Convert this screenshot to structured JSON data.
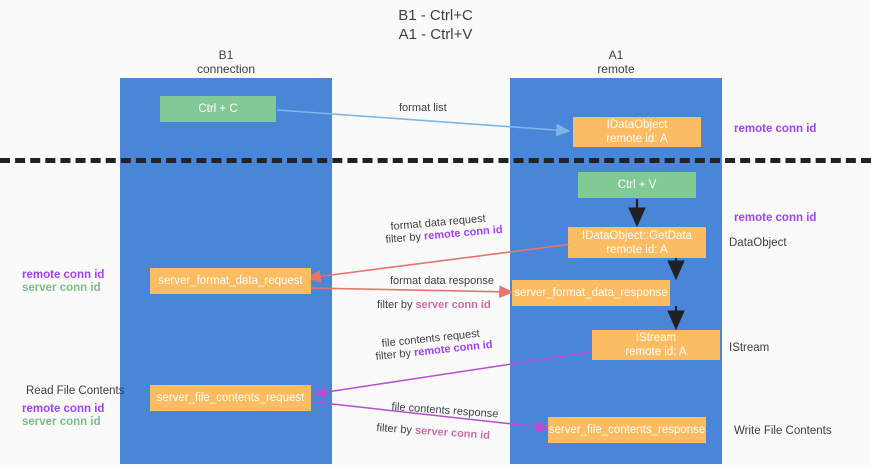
{
  "title": {
    "line1": "B1 - Ctrl+C",
    "line2": "A1 - Ctrl+V"
  },
  "columns": [
    {
      "name": "B1",
      "subtitle": "connection"
    },
    {
      "name": "A1",
      "subtitle": "remote"
    }
  ],
  "colors": {
    "lane": "#4a86d8",
    "green_box": "#81c995",
    "orange_box": "#fbbc62",
    "remote_conn_id": "#a142f4",
    "server_conn_id": "#7bbf86",
    "arrow_blue": "#7eb6e8",
    "arrow_red": "#e8736a",
    "arrow_purple": "#b44fd0",
    "arrow_black": "#202124",
    "divider": "#222222"
  },
  "boxes": {
    "ctrl_c": {
      "line1": "Ctrl + C"
    },
    "data_object_remote": {
      "line1": "IDataObject",
      "line2": "remote id: A"
    },
    "ctrl_v": {
      "line1": "Ctrl + V"
    },
    "get_data": {
      "line1": "IDataObject::GetData",
      "line2": "remote id: A"
    },
    "server_format_data_request": {
      "line1": "server_format_data_request"
    },
    "server_format_data_response": {
      "line1": "server_format_data_response"
    },
    "istream": {
      "line1": "IStream",
      "line2": "remote id: A"
    },
    "server_file_contents_request": {
      "line1": "server_file_contents_request"
    },
    "server_file_contents_response": {
      "line1": "server_file_contents_response"
    }
  },
  "edges": {
    "format_list": "format list",
    "format_data_request": "format data request",
    "format_data_request_filter_prefix": "filter by ",
    "format_data_request_filter_key": "remote conn id",
    "format_data_response": "format data response",
    "format_data_response_filter_prefix": "filter by ",
    "format_data_response_filter_key": "server conn id",
    "file_contents_request": "file contents request",
    "file_contents_request_filter_prefix": "filter by ",
    "file_contents_request_filter_key": "remote conn id",
    "file_contents_response": "file contents response",
    "file_contents_response_filter_prefix": "filter by ",
    "file_contents_response_filter_key": "server conn id"
  },
  "annotations": {
    "right_remote_conn_id_top": "remote conn id",
    "right_remote_conn_id_mid": "remote conn id",
    "right_data_object": "DataObject",
    "right_istream": "IStream",
    "right_write_file_contents": "Write File Contents",
    "left_read_file_contents": "Read File Contents",
    "left_remote_conn_id_mid": "remote conn id",
    "left_server_conn_id_mid": "server conn id",
    "left_remote_conn_id_bottom": "remote conn id",
    "left_server_conn_id_bottom": "server conn id"
  }
}
